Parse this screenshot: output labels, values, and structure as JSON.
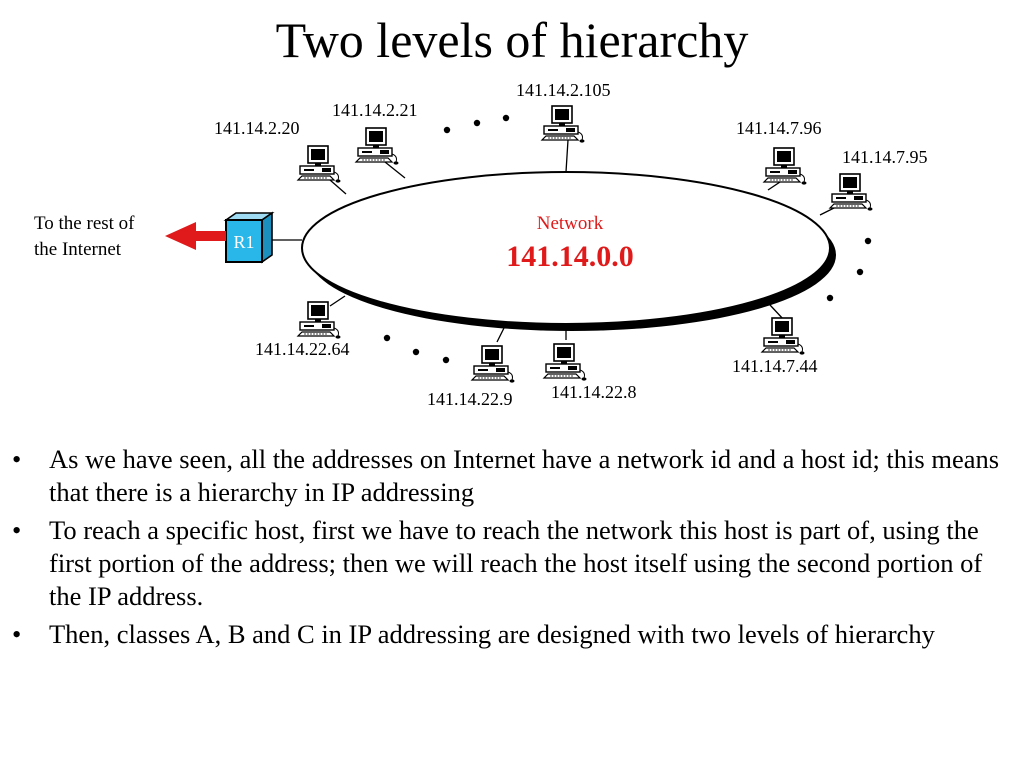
{
  "title": "Two levels of hierarchy",
  "diagram": {
    "network_label": "Network",
    "network_address": "141.14.0.0",
    "router_label": "R1",
    "internet_label_line1": "To the rest of",
    "internet_label_line2": "the Internet",
    "hosts": [
      "141.14.2.20",
      "141.14.2.21",
      "141.14.2.105",
      "141.14.7.96",
      "141.14.7.95",
      "141.14.7.44",
      "141.14.22.8",
      "141.14.22.9",
      "141.14.22.64"
    ],
    "colors": {
      "network_text": "#e01a1a",
      "router_fill": "#29b6e8",
      "arrow": "#e01a1a"
    }
  },
  "bullets": [
    "As we have seen, all the addresses on Internet have a network id and a host id; this means that there is a hierarchy in IP addressing",
    "To reach a specific host, first we have to reach the network this host is part of, using the first portion of the address; then we will reach the host itself using the second portion of the IP address.",
    "Then, classes A, B and C  in IP addressing are designed with two levels of hierarchy"
  ]
}
